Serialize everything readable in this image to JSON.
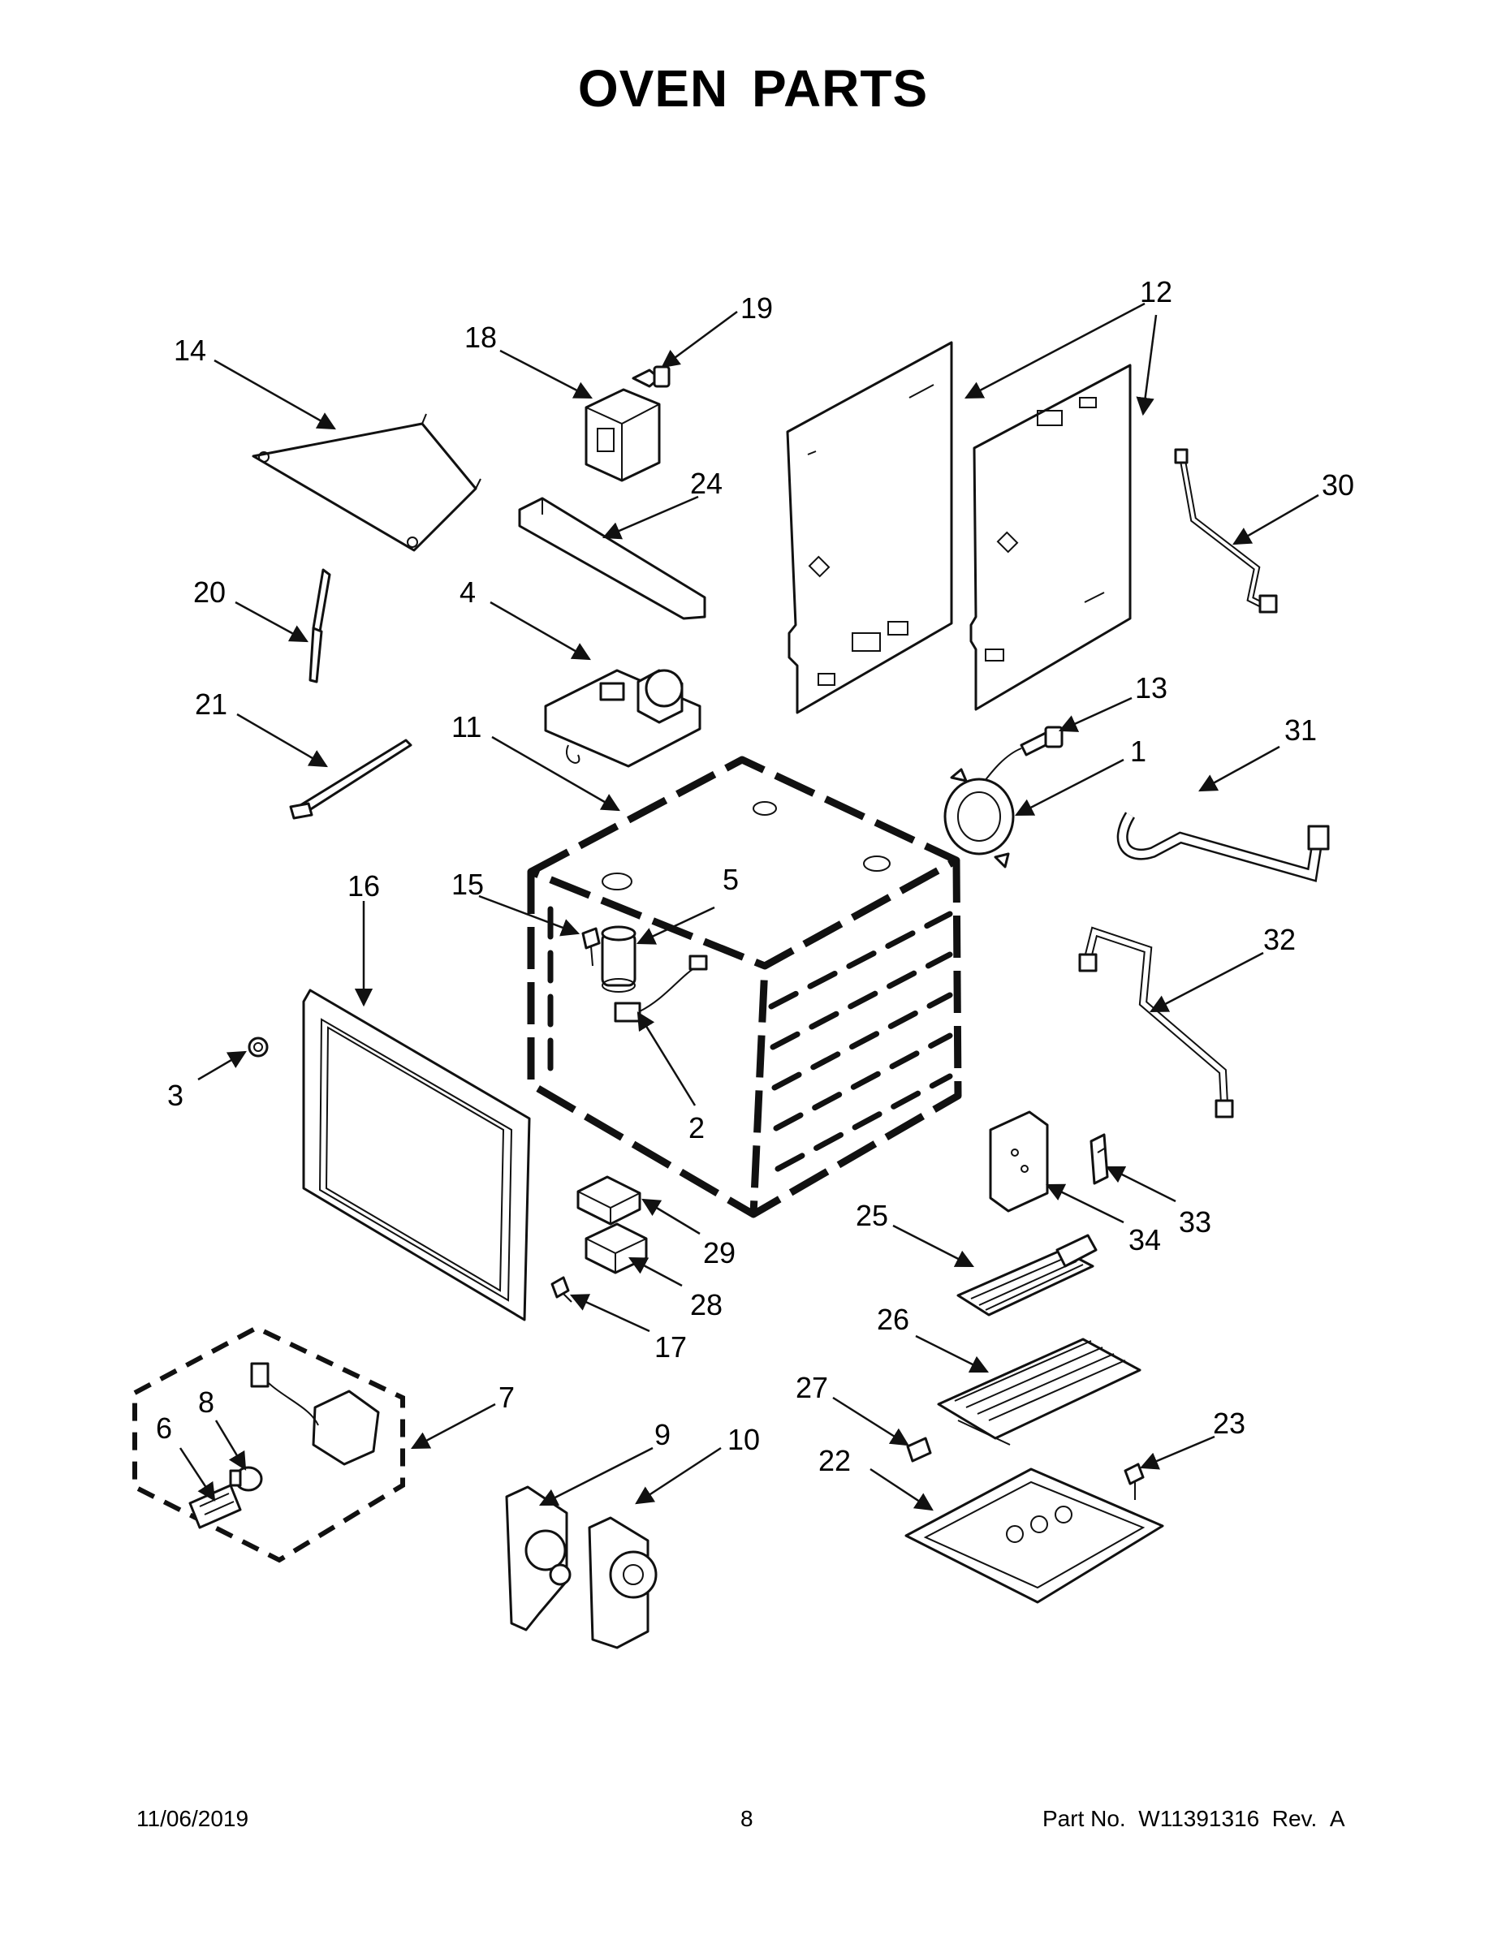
{
  "title": "OVEN PARTS",
  "footer": {
    "date": "11/06/2019",
    "page": "8",
    "part_prefix": "Part No.",
    "part_number": "W11391316",
    "rev_prefix": "Rev.",
    "rev": "A"
  },
  "callouts": [
    "1",
    "2",
    "3",
    "4",
    "5",
    "6",
    "7",
    "8",
    "9",
    "10",
    "11",
    "12",
    "13",
    "14",
    "15",
    "16",
    "17",
    "18",
    "19",
    "20",
    "21",
    "22",
    "23",
    "24",
    "25",
    "26",
    "27",
    "28",
    "29",
    "30",
    "31",
    "32",
    "33",
    "34"
  ]
}
